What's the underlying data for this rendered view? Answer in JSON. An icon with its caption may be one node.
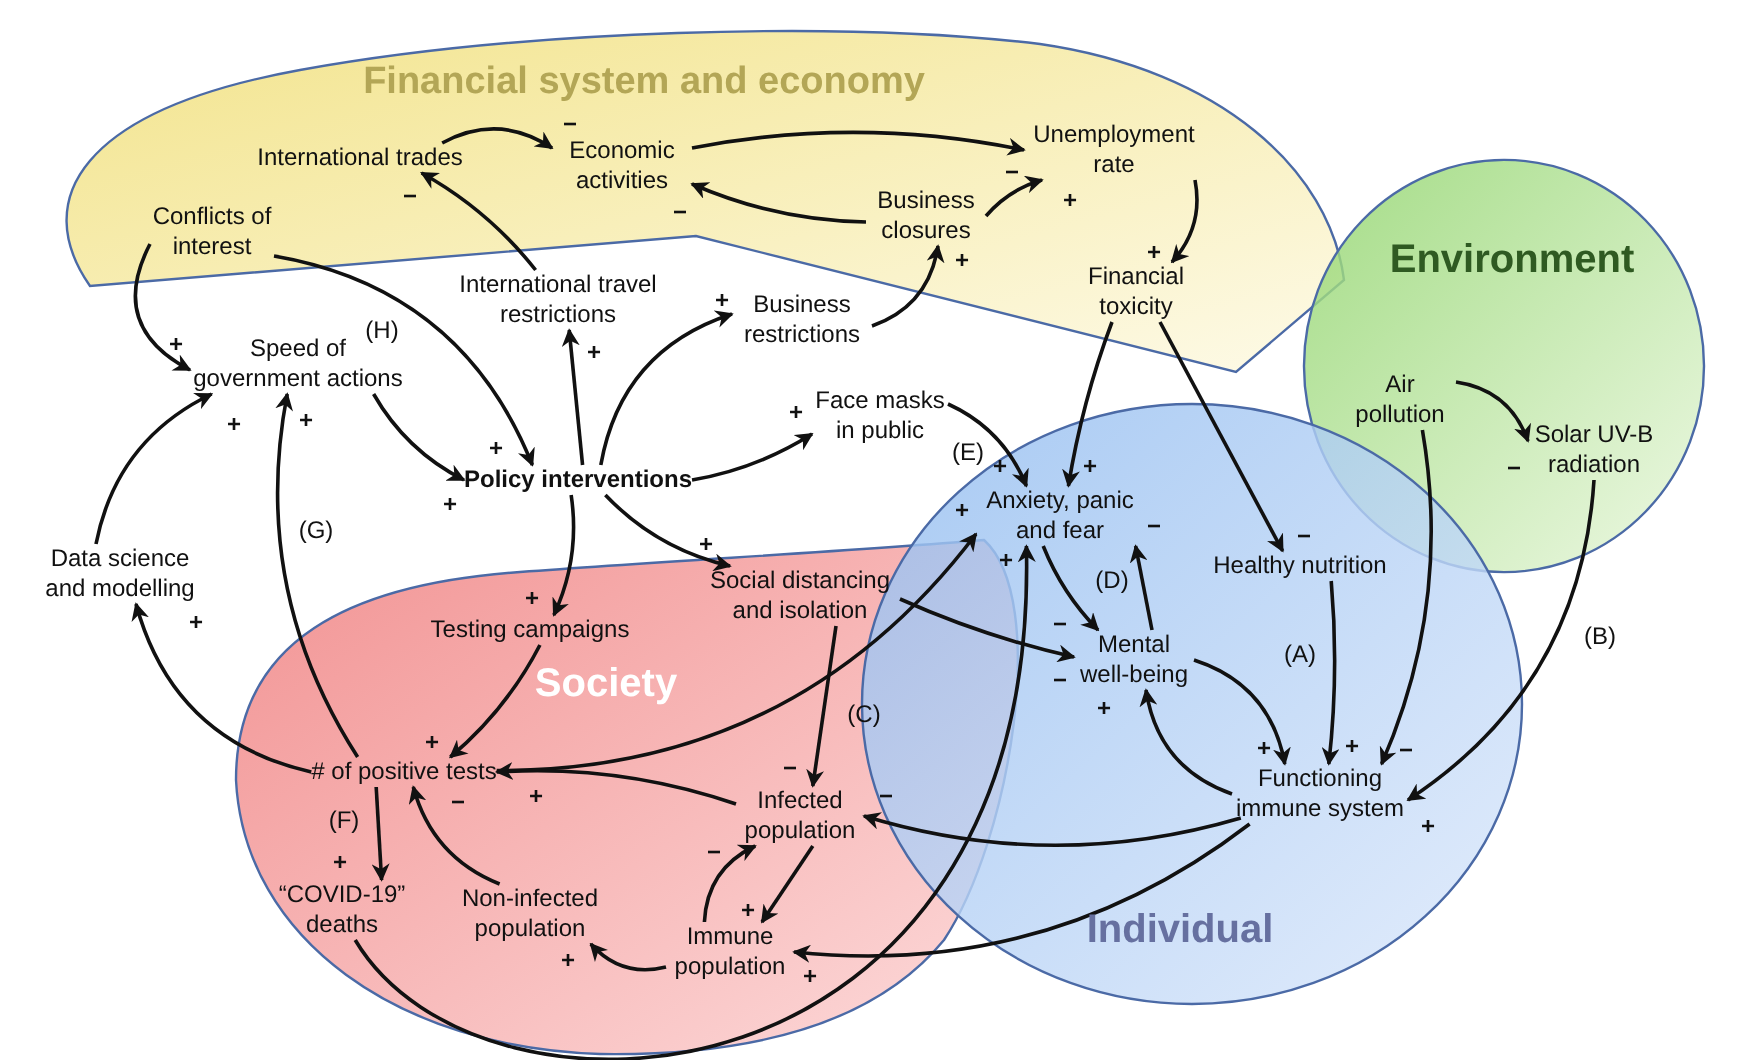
{
  "diagram": {
    "nodes": [
      {
        "text": [
          "Financial system and economy"
        ]
      },
      {
        "text": [
          "Environment"
        ]
      },
      {
        "text": [
          "Society"
        ]
      },
      {
        "text": [
          "Individual"
        ]
      },
      {
        "text": [
          "International trades"
        ],
        "in": 0
      },
      {
        "text": [
          "Economic activities"
        ],
        "in": 0
      },
      {
        "text": [
          "Unemployment rate"
        ],
        "in": 0
      },
      {
        "text": [
          "Business closures"
        ],
        "in": 0
      },
      {
        "text": [
          "Conflicts of interest"
        ],
        "in": 0
      },
      {
        "text": [
          "Financial toxicity"
        ],
        "in": 0
      },
      {
        "text": [
          "International travel restrictions"
        ]
      },
      {
        "text": [
          "Business restrictions"
        ]
      },
      {
        "text": [
          "Speed of government actions"
        ]
      },
      {
        "text": [
          "Face masks in public"
        ]
      },
      {
        "text": [
          "Policy interventions"
        ]
      },
      {
        "text": [
          "Data science and modelling"
        ]
      },
      {
        "text": [
          "Social distancing and isolation"
        ],
        "in": 2
      },
      {
        "text": [
          "Air pollution"
        ],
        "in": 1
      },
      {
        "text": [
          "Solar UV-B radiation"
        ],
        "in": 1
      },
      {
        "text": [
          "Anxiety, panic and fear"
        ],
        "in": 3
      },
      {
        "text": [
          "Healthy nutrition"
        ],
        "in": 3
      },
      {
        "text": [
          "Mental well-being"
        ],
        "in": 3
      },
      {
        "text": [
          "Functioning immune system"
        ],
        "in": 3
      },
      {
        "text": [
          "Testing campaigns"
        ],
        "in": 2
      },
      {
        "text": [
          "# of positive tests"
        ],
        "in": 2
      },
      {
        "text": [
          "Infected population"
        ],
        "in": 2
      },
      {
        "text": [
          "“COVID-19” deaths"
        ],
        "in": 2
      },
      {
        "text": [
          "Non-infected population"
        ],
        "in": 2
      },
      {
        "text": [
          "Immune population"
        ],
        "in": 2
      }
    ],
    "edges": [
      {
        "from": 4,
        "to": 5,
        "arrow": "to",
        "label": "−"
      },
      {
        "from": 5,
        "to": 6,
        "arrow": "to",
        "label": "−"
      },
      {
        "from": 7,
        "to": 5,
        "arrow": "to",
        "label": "−"
      },
      {
        "from": 7,
        "to": 6,
        "arrow": "to",
        "label": "+"
      },
      {
        "from": 6,
        "to": 9,
        "arrow": "to",
        "label": "+"
      },
      {
        "from": 10,
        "to": 4,
        "arrow": "to",
        "label": "−"
      },
      {
        "from": 8,
        "to": 12,
        "arrow": "to",
        "label": "+"
      },
      {
        "from": 8,
        "to": 14,
        "arrow": "to",
        "label": "+"
      },
      {
        "from": 14,
        "to": 10,
        "arrow": "to",
        "label": "+"
      },
      {
        "from": 14,
        "to": 11,
        "arrow": "to",
        "label": "+"
      },
      {
        "from": 11,
        "to": 7,
        "arrow": "to",
        "label": "+"
      },
      {
        "from": 12,
        "to": 14,
        "arrow": "to",
        "label": "+"
      },
      {
        "from": 14,
        "to": 13,
        "arrow": "to",
        "label": "+"
      },
      {
        "from": 15,
        "to": 12,
        "arrow": "to",
        "label": "+"
      },
      {
        "from": 24,
        "to": 12,
        "arrow": "to",
        "label": "+"
      },
      {
        "from": 14,
        "to": 16,
        "arrow": "to",
        "label": "+"
      },
      {
        "from": 14,
        "to": 23,
        "arrow": "to",
        "label": "+"
      },
      {
        "from": 13,
        "to": 19,
        "arrow": "to",
        "label": "+"
      },
      {
        "from": 9,
        "to": 19,
        "arrow": "to",
        "label": "+"
      },
      {
        "from": 9,
        "to": 20,
        "arrow": "to",
        "label": "−"
      },
      {
        "from": 17,
        "to": 18,
        "arrow": "to",
        "label": "−"
      },
      {
        "from": 17,
        "to": 22,
        "arrow": "to",
        "label": "−"
      },
      {
        "from": 18,
        "to": 22,
        "arrow": "to",
        "label": "+"
      },
      {
        "from": 20,
        "to": 22,
        "arrow": "to",
        "label": "+"
      },
      {
        "from": 19,
        "to": 21,
        "arrow": "to",
        "label": "−"
      },
      {
        "from": 21,
        "to": 19,
        "arrow": "to",
        "label": "−"
      },
      {
        "from": 21,
        "to": 22,
        "arrow": "to",
        "label": "+"
      },
      {
        "from": 22,
        "to": 21,
        "arrow": "to",
        "label": "+"
      },
      {
        "from": 16,
        "to": 21,
        "arrow": "to",
        "label": "−"
      },
      {
        "from": 16,
        "to": 25,
        "arrow": "to",
        "label": "−"
      },
      {
        "from": 24,
        "to": 19,
        "arrow": "to",
        "label": "+"
      },
      {
        "from": 26,
        "to": 19,
        "arrow": "to",
        "label": "+"
      },
      {
        "from": 23,
        "to": 24,
        "arrow": "to",
        "label": "+"
      },
      {
        "from": 24,
        "to": 15,
        "arrow": "to",
        "label": "+"
      },
      {
        "from": 24,
        "to": 26,
        "arrow": "to",
        "label": "+"
      },
      {
        "from": 27,
        "to": 24,
        "arrow": "to",
        "label": "−"
      },
      {
        "from": 25,
        "to": 24,
        "arrow": "to",
        "label": "+"
      },
      {
        "from": 25,
        "to": 28,
        "arrow": "to",
        "label": "+"
      },
      {
        "from": 28,
        "to": 25,
        "arrow": "to",
        "label": "−"
      },
      {
        "from": 28,
        "to": 27,
        "arrow": "to",
        "label": "+"
      },
      {
        "from": 22,
        "to": 25,
        "arrow": "to",
        "label": "−"
      },
      {
        "from": 22,
        "to": 28,
        "arrow": "to",
        "label": "+"
      }
    ],
    "labels": [
      "(H)",
      "(E)",
      "(G)",
      "(D)",
      "(B)",
      "(A)",
      "(C)",
      "(F)"
    ]
  }
}
